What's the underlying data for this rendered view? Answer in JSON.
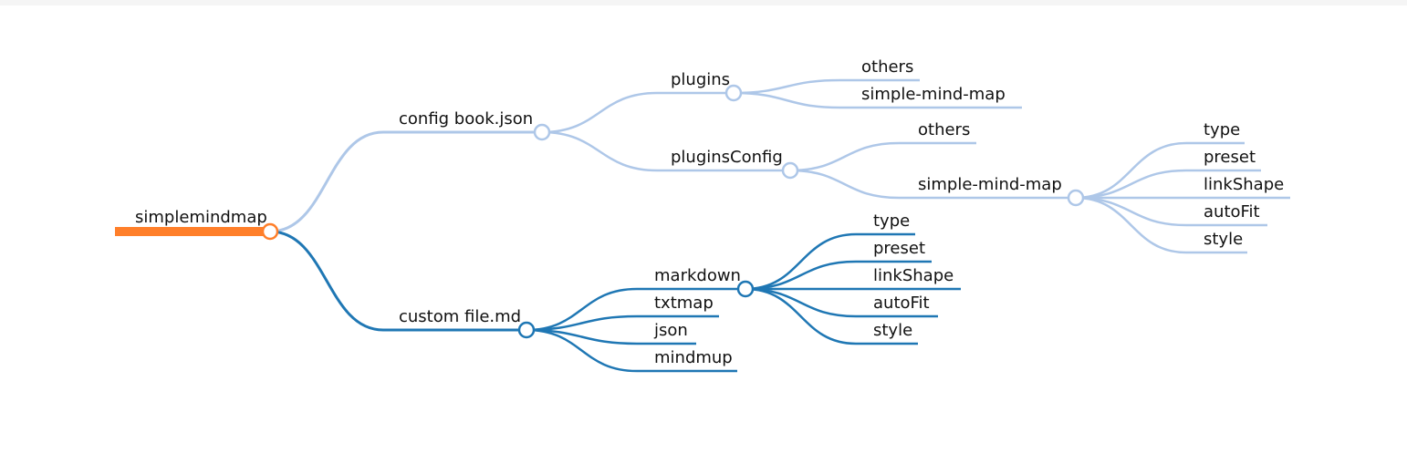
{
  "colors": {
    "root": "#ff7f2a",
    "branch_light": "#aec7e8",
    "branch_dark": "#1f77b4"
  },
  "root": {
    "label": "simplemindmap"
  },
  "config_branch": {
    "label": "config book.json",
    "plugins": {
      "label": "plugins",
      "children": [
        "others",
        "simple-mind-map"
      ]
    },
    "pluginsConfig": {
      "label": "pluginsConfig",
      "others": "others",
      "smm": {
        "label": "simple-mind-map",
        "children": [
          "type",
          "preset",
          "linkShape",
          "autoFit",
          "style"
        ]
      }
    }
  },
  "custom_branch": {
    "label": "custom file.md",
    "markdown": {
      "label": "markdown",
      "children": [
        "type",
        "preset",
        "linkShape",
        "autoFit",
        "style"
      ]
    },
    "others": [
      "txtmap",
      "json",
      "mindmup"
    ]
  }
}
